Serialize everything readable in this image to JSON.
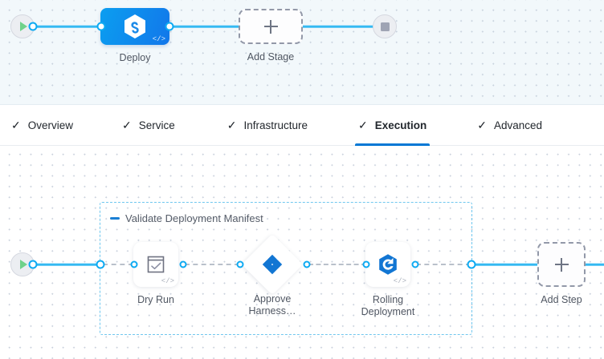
{
  "pipeline": {
    "stage_canvas": {
      "start_node": {
        "name": "start-node",
        "icon": "play-icon"
      },
      "end_node": {
        "name": "end-node",
        "icon": "stop-icon"
      },
      "stages": [
        {
          "label": "Deploy",
          "icon": "harness-deploy-icon",
          "type": "stage",
          "selected": true,
          "code_badge": "</>"
        }
      ],
      "add_stage": {
        "label": "Add Stage",
        "icon": "plus-icon"
      }
    },
    "tabs": [
      {
        "label": "Overview",
        "tick": "✓",
        "active": false
      },
      {
        "label": "Service",
        "tick": "✓",
        "active": false
      },
      {
        "label": "Infrastructure",
        "tick": "✓",
        "active": false
      },
      {
        "label": "Execution",
        "tick": "✓",
        "active": true
      },
      {
        "label": "Advanced",
        "tick": "✓",
        "active": false
      }
    ],
    "execution_canvas": {
      "start_node": {
        "name": "execution-start-node",
        "icon": "play-icon"
      },
      "step_group": {
        "title": "Validate Deployment Manifest",
        "collapse_icon": "collapse-dash-icon",
        "steps": [
          {
            "label": "Dry Run",
            "icon": "verify-checkbox-icon",
            "shape": "square",
            "code_badge": "</>"
          },
          {
            "label": "Approve Harness…",
            "icon": "harness-approval-icon",
            "shape": "diamond",
            "code_badge": ""
          },
          {
            "label": "Rolling Deployment",
            "icon": "rolling-deployment-icon",
            "shape": "square",
            "code_badge": "</>"
          }
        ]
      },
      "add_step": {
        "label": "Add Step",
        "icon": "plus-icon"
      }
    }
  },
  "colors": {
    "accent_blue": "#0278d5",
    "link_blue": "#35b9f2",
    "connector_blue": "#0daaf2",
    "group_border": "#6fc7ef",
    "stage_gradient_start": "#0b9ef0",
    "stage_gradient_end": "#1277ea",
    "play_green": "#6fd28a",
    "stop_grey": "#9fa4b4",
    "canvas_top_bg": "#f2f8fb",
    "canvas_bottom_bg": "#ffffff"
  }
}
